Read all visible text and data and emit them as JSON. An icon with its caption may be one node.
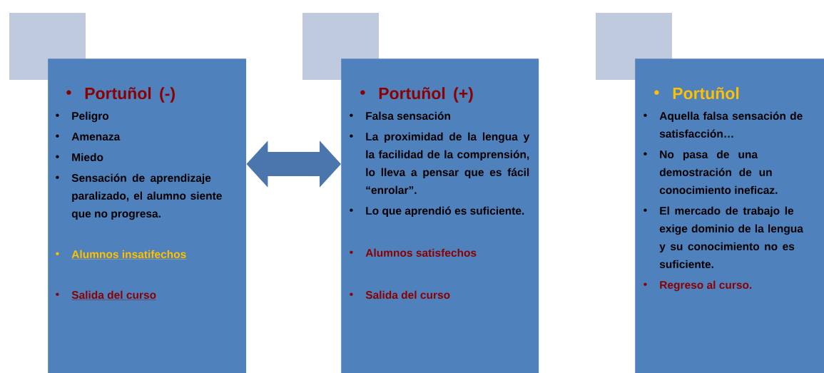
{
  "diagram": {
    "nodes": [
      {
        "text": [],
        "shape": "box"
      },
      {
        "text": [
          "Portuñol (-)",
          "Peligro",
          "Amenaza",
          "Miedo",
          "Sensación de aprendizaje paralizado, el alumno siente que no progresa.",
          "Alumnos insatifechos",
          "Salida del curso"
        ]
      },
      {
        "text": [],
        "shape": "box"
      },
      {
        "text": [
          "Portuñol (+)",
          "Falsa sensación",
          "La proximidad de la lengua y la facilidad de la comprensión, lo lleva a pensar que es fácil “enrolar”.",
          "Lo que aprendió es suficiente.",
          "Alumnos satisfechos",
          "Salida del curso"
        ]
      },
      {
        "text": [],
        "shape": "box"
      },
      {
        "text": [
          "Portuñol",
          "Aquella falsa sensación de satisfacción…",
          "No pasa de una demostración de un conocimiento ineficaz.",
          "El mercado de trabajo le exige dominio de la lengua y su conocimiento no es suficiente.",
          "Regreso al curso."
        ]
      }
    ],
    "edges": [
      {
        "from": 1,
        "to": 3,
        "arrow": "both"
      }
    ]
  }
}
